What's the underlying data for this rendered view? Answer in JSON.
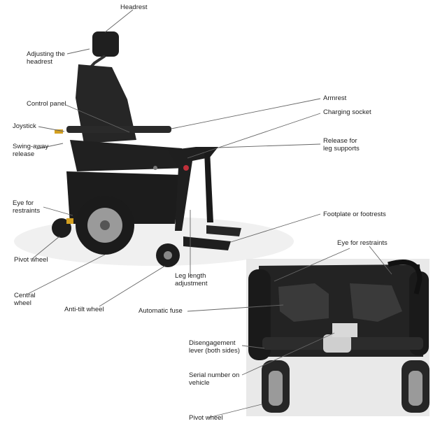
{
  "labels": {
    "headrest": "Headrest",
    "adjusting_headrest": "Adjusting the\nheadrest",
    "control_panel": "Control panel",
    "joystick": "Joystick",
    "swing_away": "Swing-away\nrelease",
    "eye_restraints_left": "Eye for\nrestraints",
    "pivot_wheel": "Pivot wheel",
    "central_wheel": "Central\nwheel",
    "anti_tilt": "Anti-tilt wheel",
    "leg_length": "Leg length\nadjustment",
    "armrest": "Armrest",
    "charging_socket": "Charging socket",
    "release_leg": "Release for\nleg supports",
    "footplate": "Footplate or footrests",
    "eye_restraints_right": "Eye for restraints",
    "automatic_fuse": "Automatic fuse",
    "disengagement": "Disengagement\nlever (both sides)",
    "serial_number": "Serial number on\nvehicle",
    "pivot_wheel_bottom": "Pivot wheel"
  },
  "colors": {
    "leader_line": "#666666",
    "photo_background": "#eeeeee",
    "chair_body": "#1e1e1e"
  }
}
